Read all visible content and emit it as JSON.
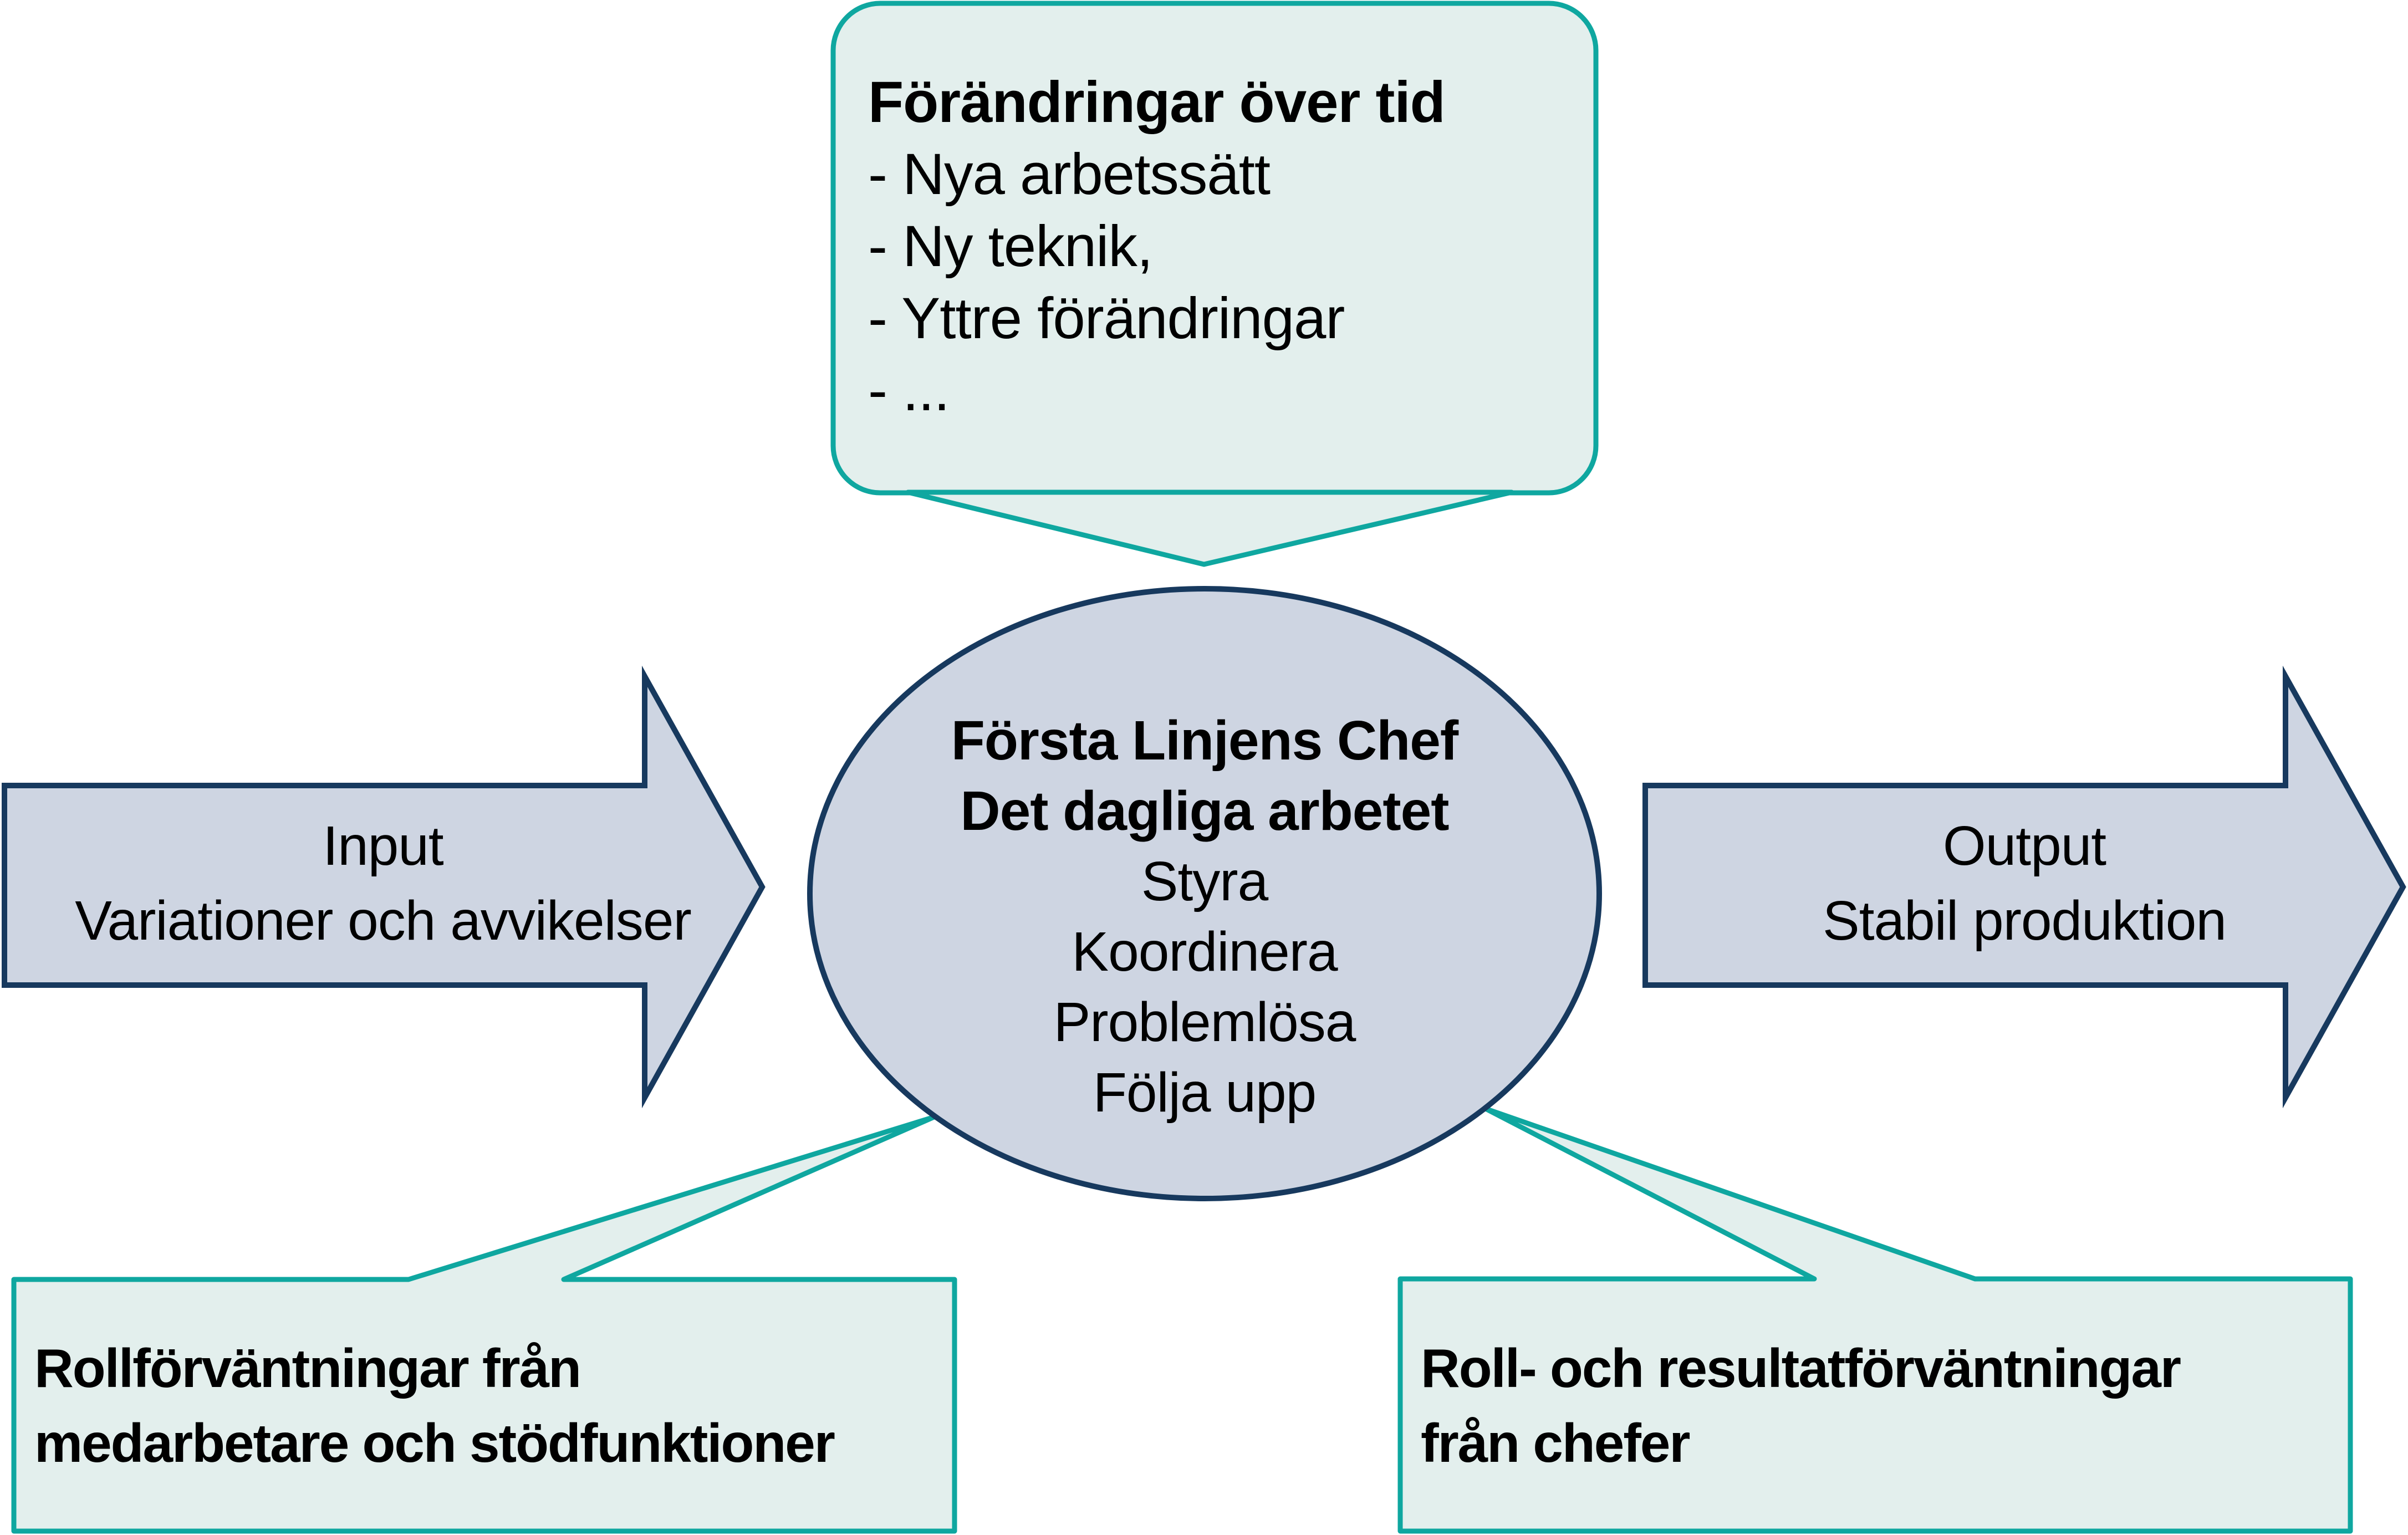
{
  "colors": {
    "teal_border": "#0FA7A0",
    "teal_fill": "#E3EFED",
    "navy_border": "#17395E",
    "blue_fill": "#CED5E2",
    "text": "#000000",
    "background": "#FFFFFF"
  },
  "top_callout": {
    "title": "Förändringar över tid",
    "bullets": [
      "- Nya arbetssätt",
      "- Ny teknik,",
      "- Yttre förändringar",
      "- ..."
    ]
  },
  "center_ellipse": {
    "line1": "Första Linjens Chef",
    "line2": "Det dagliga arbetet",
    "line3": "Styra",
    "line4": "Koordinera",
    "line5": "Problemlösa",
    "line6": "Följa upp"
  },
  "input_arrow": {
    "line1": "Input",
    "line2": "Variationer och avvikelser"
  },
  "output_arrow": {
    "line1": "Output",
    "line2": "Stabil produktion"
  },
  "bottom_left_callout": {
    "line1": "Rollförväntningar från",
    "line2": "medarbetare och stödfunktioner"
  },
  "bottom_right_callout": {
    "line1": "Roll- och resultatförväntningar",
    "line2": "från chefer"
  }
}
